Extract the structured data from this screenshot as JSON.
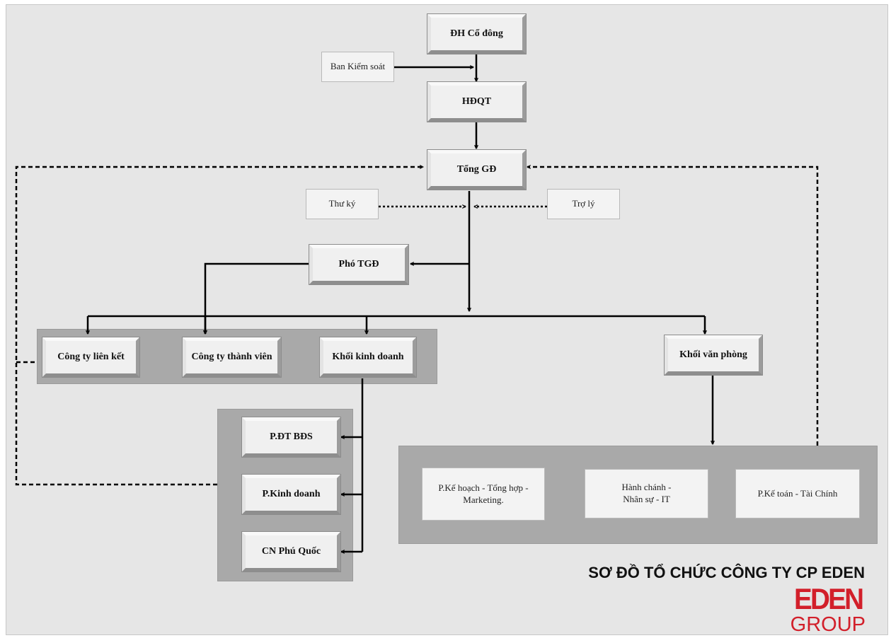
{
  "title": "SƠ ĐỒ TỔ CHỨC CÔNG TY CP EDEN",
  "logo": {
    "line1": "EDEN",
    "line2": "GROUP",
    "color": "#d21f2a"
  },
  "nodes": {
    "dh_co_dong": "ĐH Cổ đông",
    "ban_kiem_soat": "Ban Kiểm soát",
    "hdqt": "HĐQT",
    "tong_gd": "Tổng GĐ",
    "thu_ky": "Thư ký",
    "tro_ly": "Trợ lý",
    "pho_tgd": "Phó TGĐ",
    "cong_ty_lien_ket": "Công ty liên kết",
    "cong_ty_thanh_vien": "Công ty thành viên",
    "khoi_kinh_doanh": "Khối kinh doanh",
    "khoi_van_phong": "Khối văn phòng",
    "p_dt_bds": "P.ĐT BĐS",
    "p_kinh_doanh": "P.Kinh doanh",
    "cn_phu_quoc": "CN Phú Quốc",
    "p_ke_hoach": "P.Kế hoạch - Tổng hợp -\nMarketing.",
    "hanh_chanh": "Hành chánh -\nNhân sự - IT",
    "p_ke_toan": "P.Kế toán - Tài Chính"
  }
}
